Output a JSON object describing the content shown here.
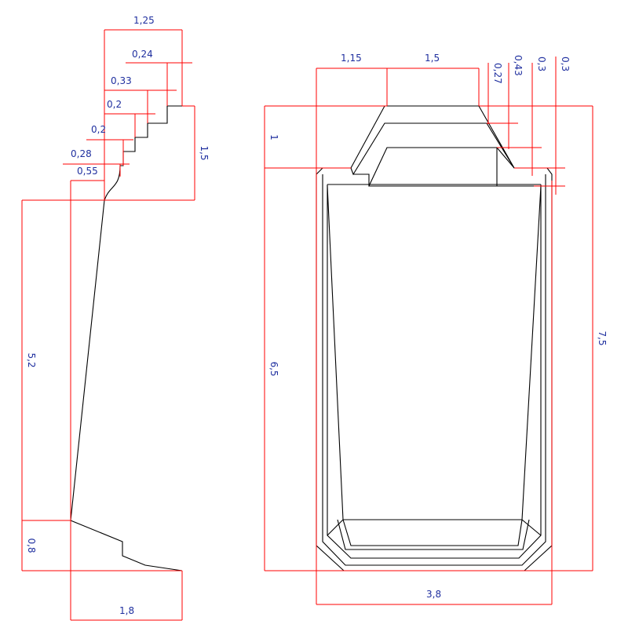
{
  "side_profile": {
    "dims": {
      "top_width": "1,25",
      "step1": "0,24",
      "step2": "0,33",
      "step3": "0,2",
      "step4": "0,2",
      "step5": "0,28",
      "step6": "0,55",
      "step_height": "1,5",
      "wall_height": "5,2",
      "base_height": "0,8",
      "base_width": "1,8"
    }
  },
  "front_view": {
    "dims": {
      "top_left": "1,15",
      "top_mid": "1,5",
      "r1": "0,27",
      "r2": "0,43",
      "r3": "0,3",
      "r4": "0,3",
      "top_height": "1",
      "inner_height": "6,5",
      "total_height": "7,5",
      "width": "3,8"
    }
  }
}
